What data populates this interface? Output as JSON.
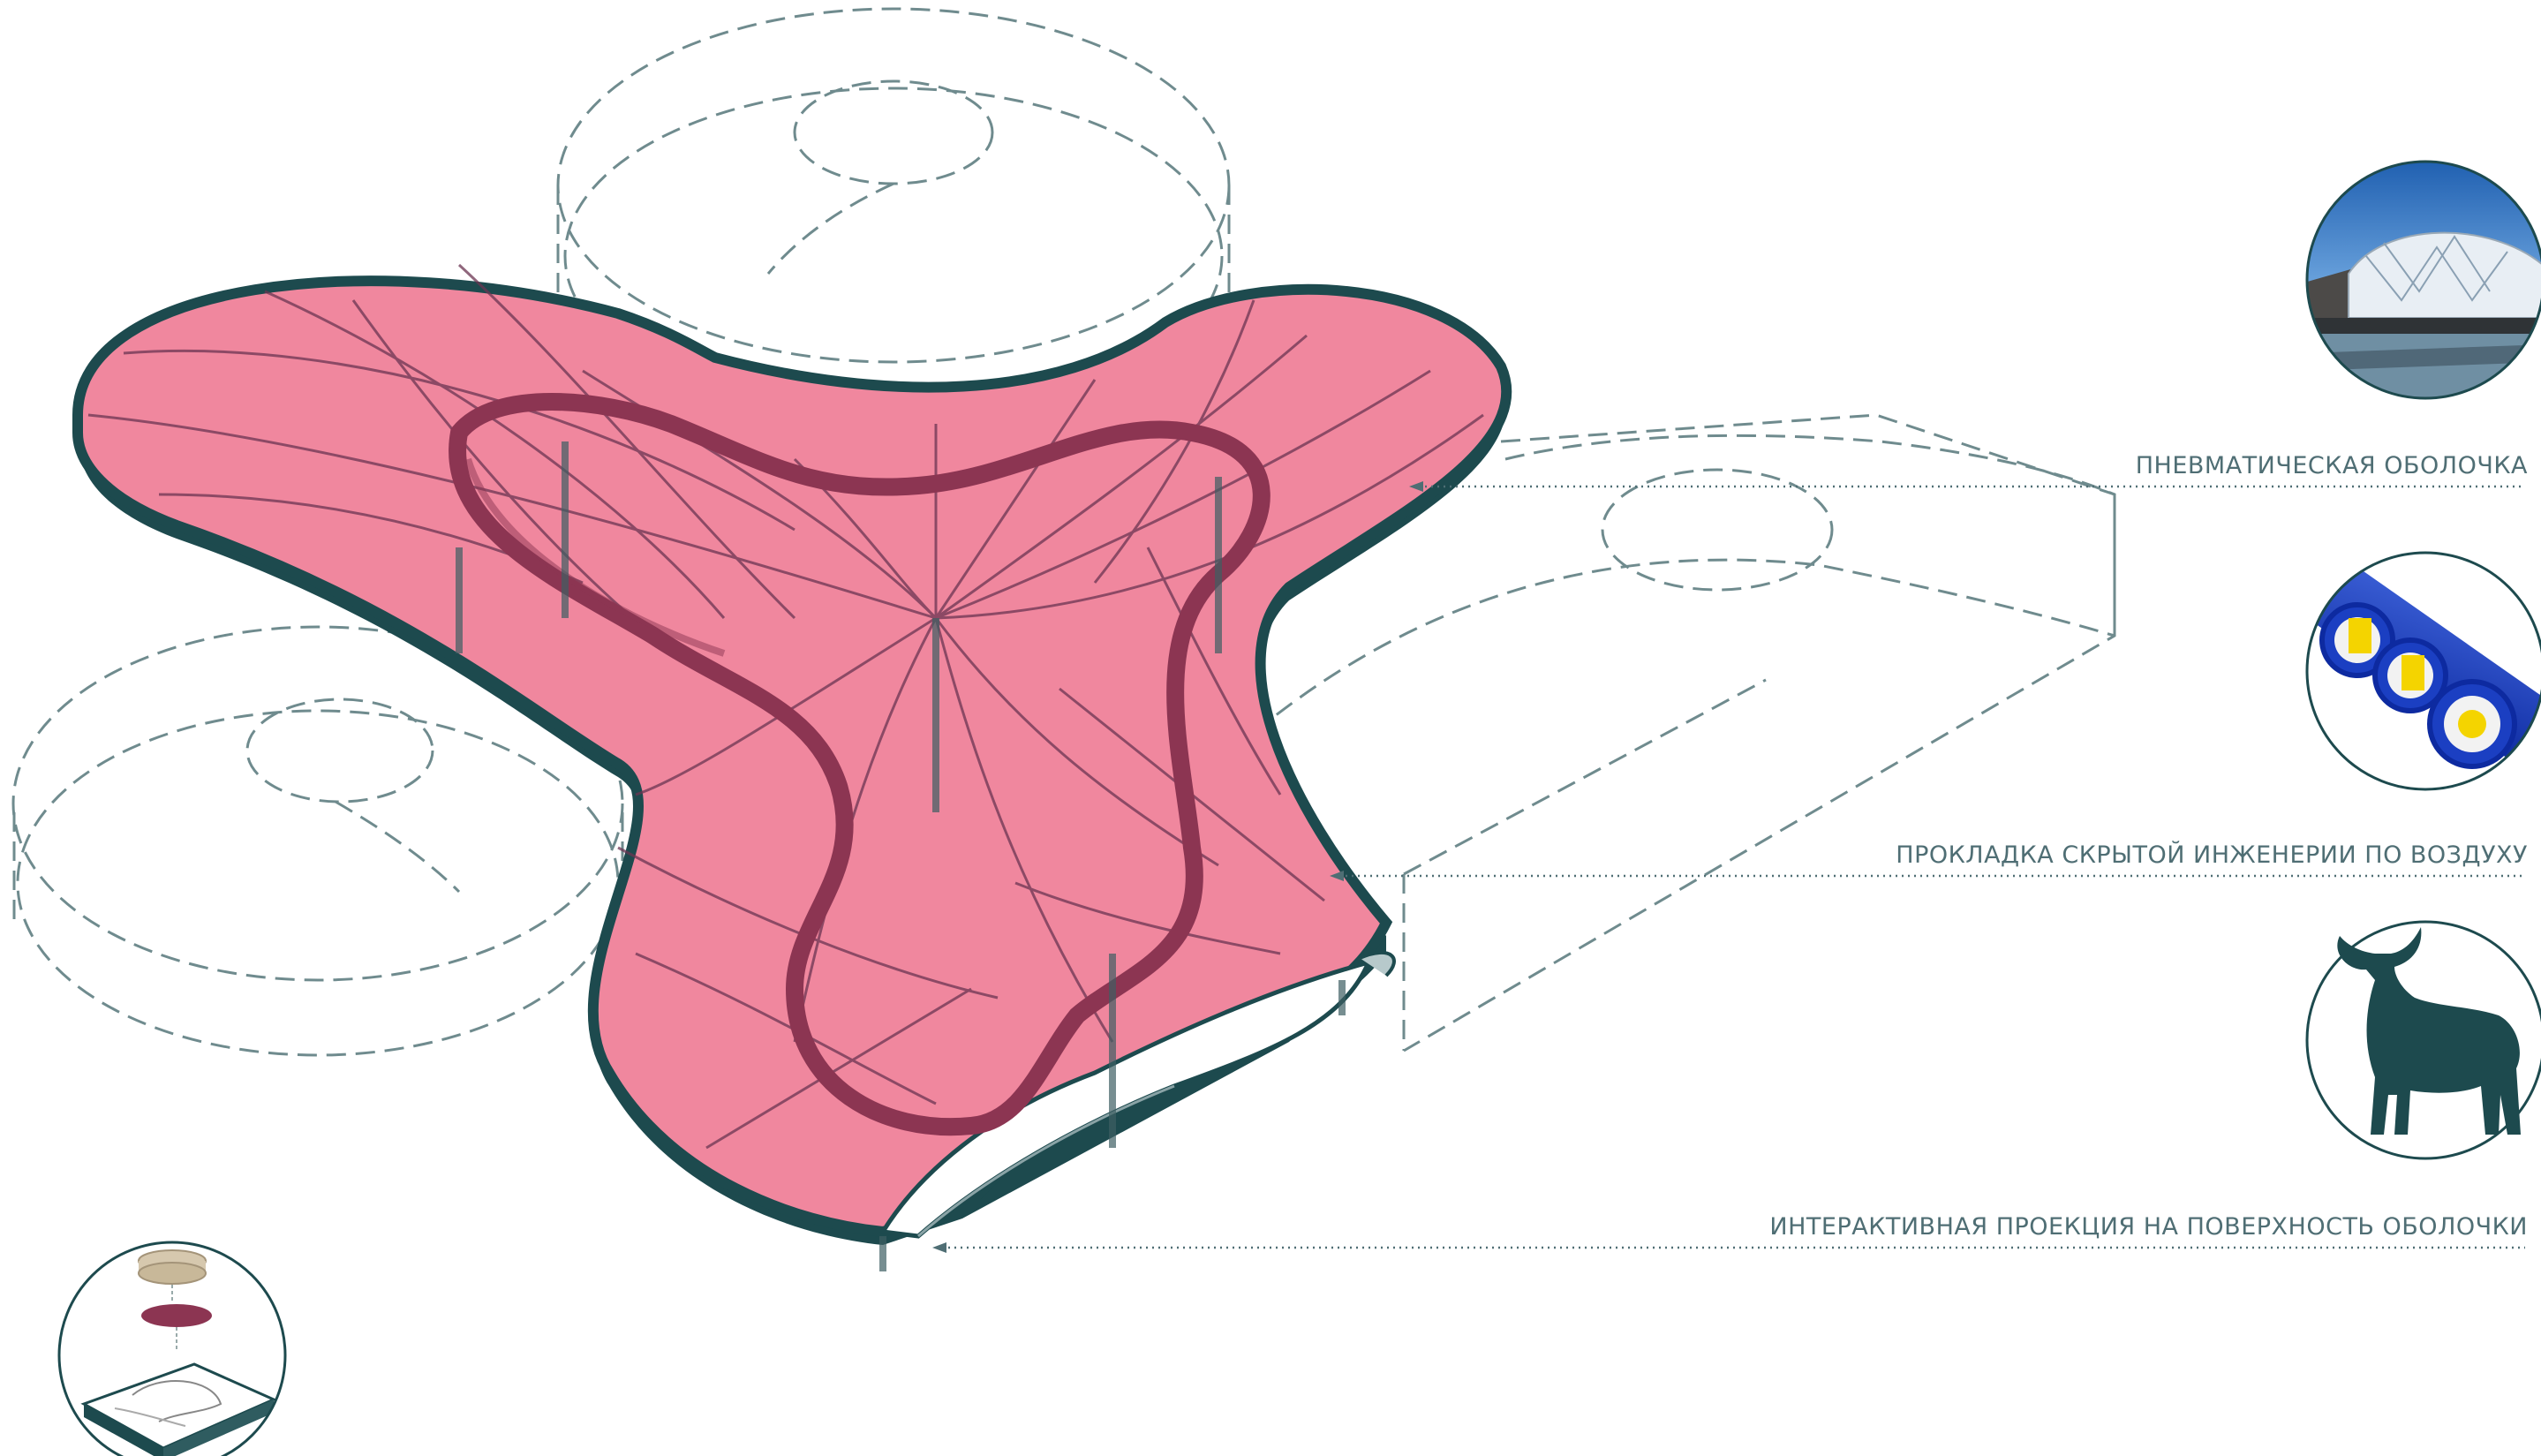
{
  "annotations": [
    {
      "id": "label-1",
      "text": "ПНЕВМАТИЧЕСКАЯ ОБОЛОЧКА"
    },
    {
      "id": "label-2",
      "text": "ПРОКЛАДКА СКРЫТОЙ ИНЖЕНЕРИИ ПО ВОЗДУХУ"
    },
    {
      "id": "label-3",
      "text": "ИНТЕРАКТИВНАЯ ПРОЕКЦИЯ НА ПОВЕРХНОСТЬ ОБОЛОЧКИ"
    }
  ],
  "thumbnails": [
    {
      "icon": "inflated-dome-photo-icon"
    },
    {
      "icon": "insulated-pipes-photo-icon"
    },
    {
      "icon": "bull-silhouette-icon"
    },
    {
      "icon": "layer-stack-diagram-icon"
    }
  ],
  "colors": {
    "membrane": "#f0879e",
    "ring": "#8c3552",
    "frame": "#1d4a4e",
    "dashed": "#6f8b8e",
    "leader": "#4f6e74"
  }
}
